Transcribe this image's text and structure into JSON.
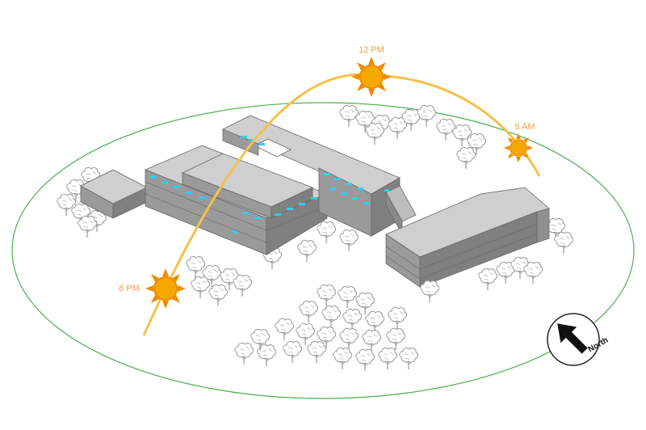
{
  "colors": {
    "site_boundary": "#4caf50",
    "sun_path": "#f7c04a",
    "sun_label": "#f0a040",
    "sun_core": "#f5a800",
    "sun_rays": "#f08a00",
    "building_top": "#cfcfcf",
    "building_left": "#9a9a9a",
    "building_right": "#808080",
    "window": "#33ccee",
    "tree_outline": "#9a9a9a"
  },
  "sun_positions": [
    {
      "id": "sun-8am",
      "label": "8 AM",
      "icon": "sun-icon"
    },
    {
      "id": "sun-12pm",
      "label": "12 PM",
      "icon": "sun-icon"
    },
    {
      "id": "sun-8pm",
      "label": "8 PM",
      "icon": "sun-icon"
    }
  ],
  "compass": {
    "label": "North",
    "icon": "north-arrow-icon"
  },
  "icons": [
    "sun-icon",
    "north-arrow-icon",
    "tree-icon",
    "building-icon"
  ]
}
